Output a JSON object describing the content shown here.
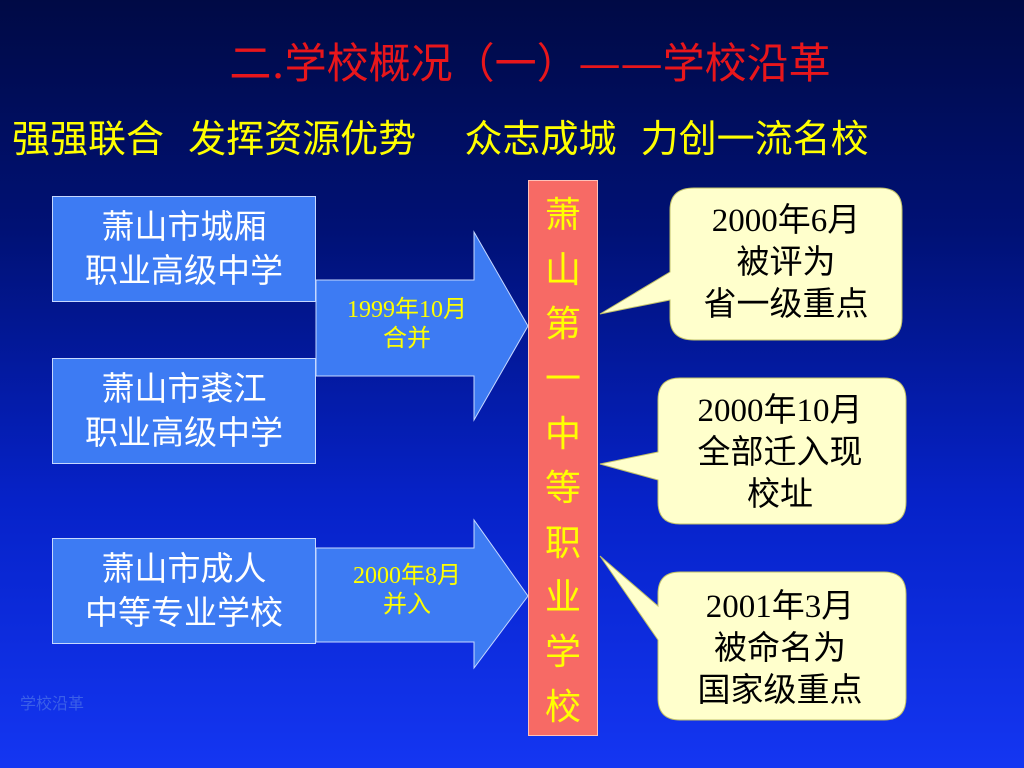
{
  "slide": {
    "title": "二.学校概况（一）——学校沿革",
    "subtitle": "强强联合  发挥资源优势    众志成城  力创一流名校",
    "footer": "学校沿革"
  },
  "sources": [
    {
      "line1": "萧山市城厢",
      "line2": "职业高级中学"
    },
    {
      "line1": "萧山市裘江",
      "line2": "职业高级中学"
    },
    {
      "line1": "萧山市成人",
      "line2": "中等专业学校"
    }
  ],
  "arrows": [
    {
      "line1": "1999年10月",
      "line2": "合并"
    },
    {
      "line1": "2000年8月",
      "line2": "并入"
    }
  ],
  "center": {
    "chars": [
      "萧",
      "山",
      "第",
      "一",
      "中",
      "等",
      "职",
      "业",
      "学",
      "校"
    ]
  },
  "milestones": [
    {
      "line1": "2000年6月",
      "line2": "被评为",
      "line3": "省一级重点"
    },
    {
      "line1": "2000年10月",
      "line2": "全部迁入现",
      "line3": "校址"
    },
    {
      "line1": "2001年3月",
      "line2": "被命名为",
      "line3": "国家级重点"
    }
  ],
  "colors": {
    "title": "#e8161b",
    "subtitle": "#ffff00",
    "source_box": "#3d7bf3",
    "center_box": "#f76a65",
    "callout": "#ffffcc"
  }
}
